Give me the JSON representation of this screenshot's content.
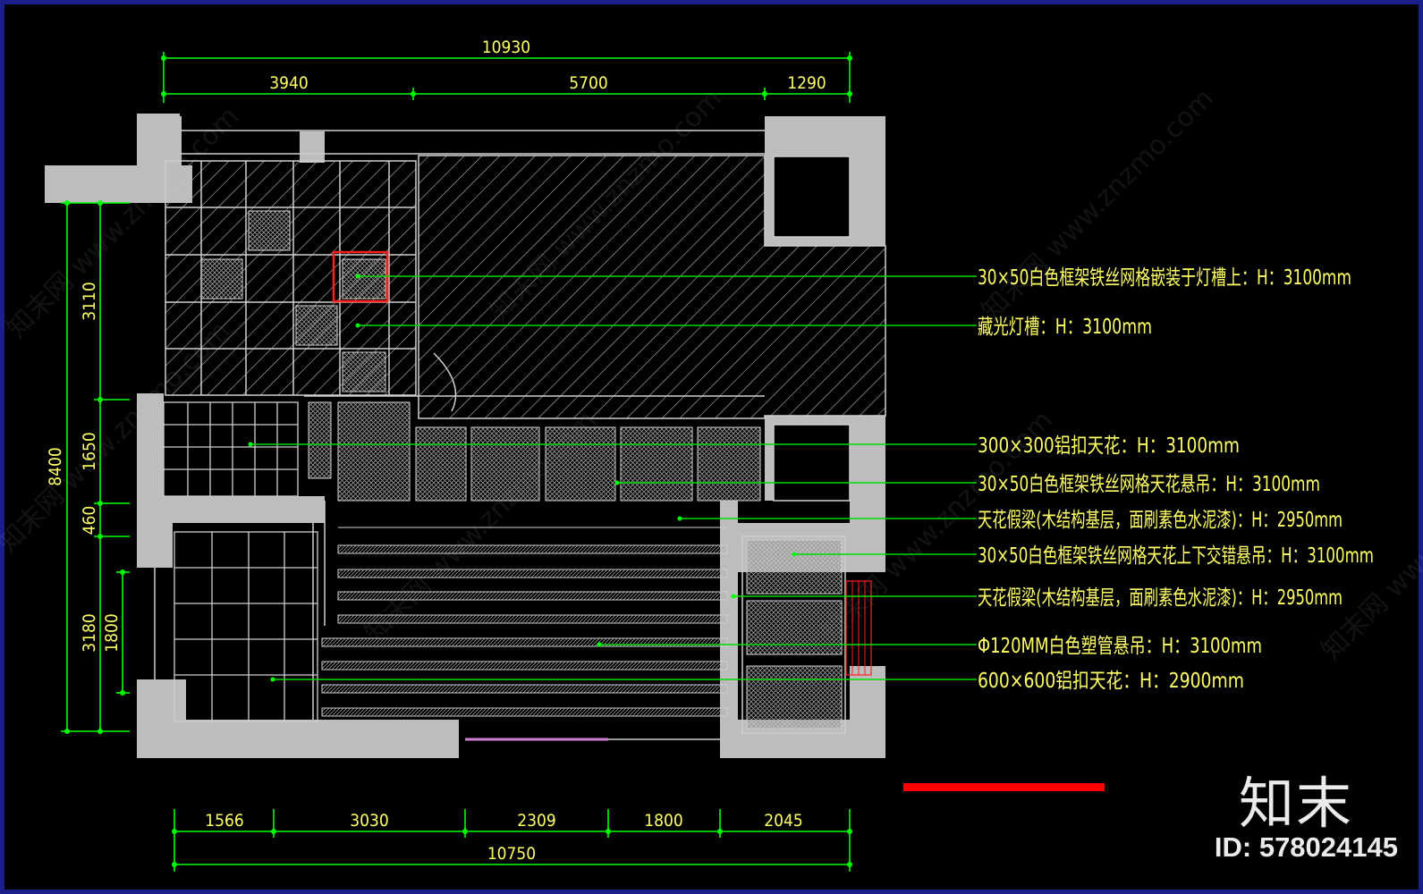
{
  "dimensions": {
    "top_total": "10930",
    "top_segments": [
      "3940",
      "5700",
      "1290"
    ],
    "left_total": "8400",
    "left_segments": [
      "3110",
      "1650",
      "460",
      "3180"
    ],
    "left_inner": "1800",
    "bottom_segments": [
      "1566",
      "3030",
      "2309",
      "1800",
      "2045"
    ],
    "bottom_total": "10750"
  },
  "annotations": [
    "30×50白色框架铁丝网格嵌装于灯槽上：H：3100mm",
    "藏光灯槽：H：3100mm",
    "300×300铝扣天花：H：3100mm",
    "30×50白色框架铁丝网格天花悬吊：H：3100mm",
    "天花假梁(木结构基层，面刷素色水泥漆)：H：2950mm",
    "30×50白色框架铁丝网格天花上下交错悬吊：H：3100mm",
    "天花假梁(木结构基层，面刷素色水泥漆)：H：2950mm",
    "Φ120MM白色塑管悬吊：H：3100mm",
    "600×600铝扣天花：H：2900mm"
  ],
  "watermark": {
    "text": "知末网 www.znzmo.com",
    "logo": "知末",
    "id": "ID: 578024145"
  },
  "colors": {
    "background": "#000000",
    "frame": "#1a1f8a",
    "dimension": "#00ff00",
    "text": "#ffff66",
    "wall": "#bdbdbd",
    "leader": "#00dd00",
    "accent_red": "#ff0000"
  }
}
